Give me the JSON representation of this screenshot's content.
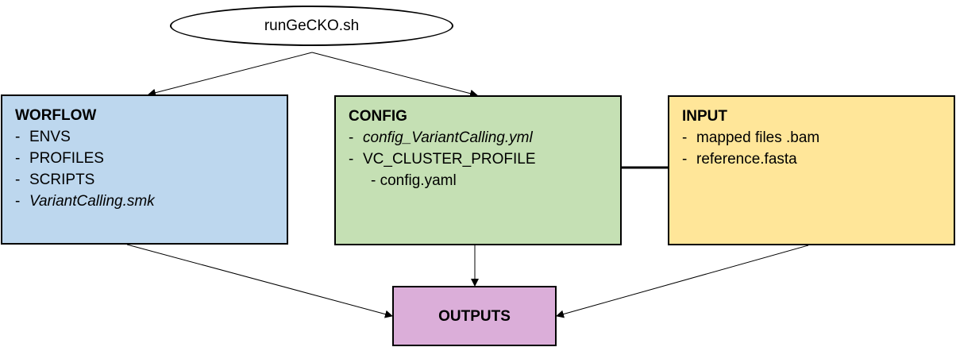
{
  "start_node": {
    "label": "runGeCKO.sh"
  },
  "workflow": {
    "title": "WORFLOW",
    "items": [
      {
        "dash": "-",
        "text": "ENVS",
        "italic": false
      },
      {
        "dash": "-",
        "text": "PROFILES",
        "italic": false
      },
      {
        "dash": "-",
        "text": "SCRIPTS",
        "italic": false
      },
      {
        "dash": "-",
        "text": "VariantCalling.smk",
        "italic": true
      }
    ]
  },
  "config": {
    "title": "CONFIG",
    "items": [
      {
        "dash": "-",
        "text": "config_VariantCalling.yml",
        "italic": true
      },
      {
        "dash": "-",
        "text": "VC_CLUSTER_PROFILE",
        "italic": false
      }
    ],
    "sub_item": "- config.yaml"
  },
  "input": {
    "title": "INPUT",
    "items": [
      {
        "dash": "-",
        "text": "mapped files .bam",
        "italic": false
      },
      {
        "dash": "-",
        "text": "reference.fasta",
        "italic": false
      }
    ]
  },
  "outputs": {
    "title": "OUTPUTS"
  },
  "colors": {
    "workflow": "#bdd7ee",
    "config": "#c5e0b4",
    "input": "#ffe699",
    "outputs": "#dbaed9",
    "stroke": "#000000"
  }
}
